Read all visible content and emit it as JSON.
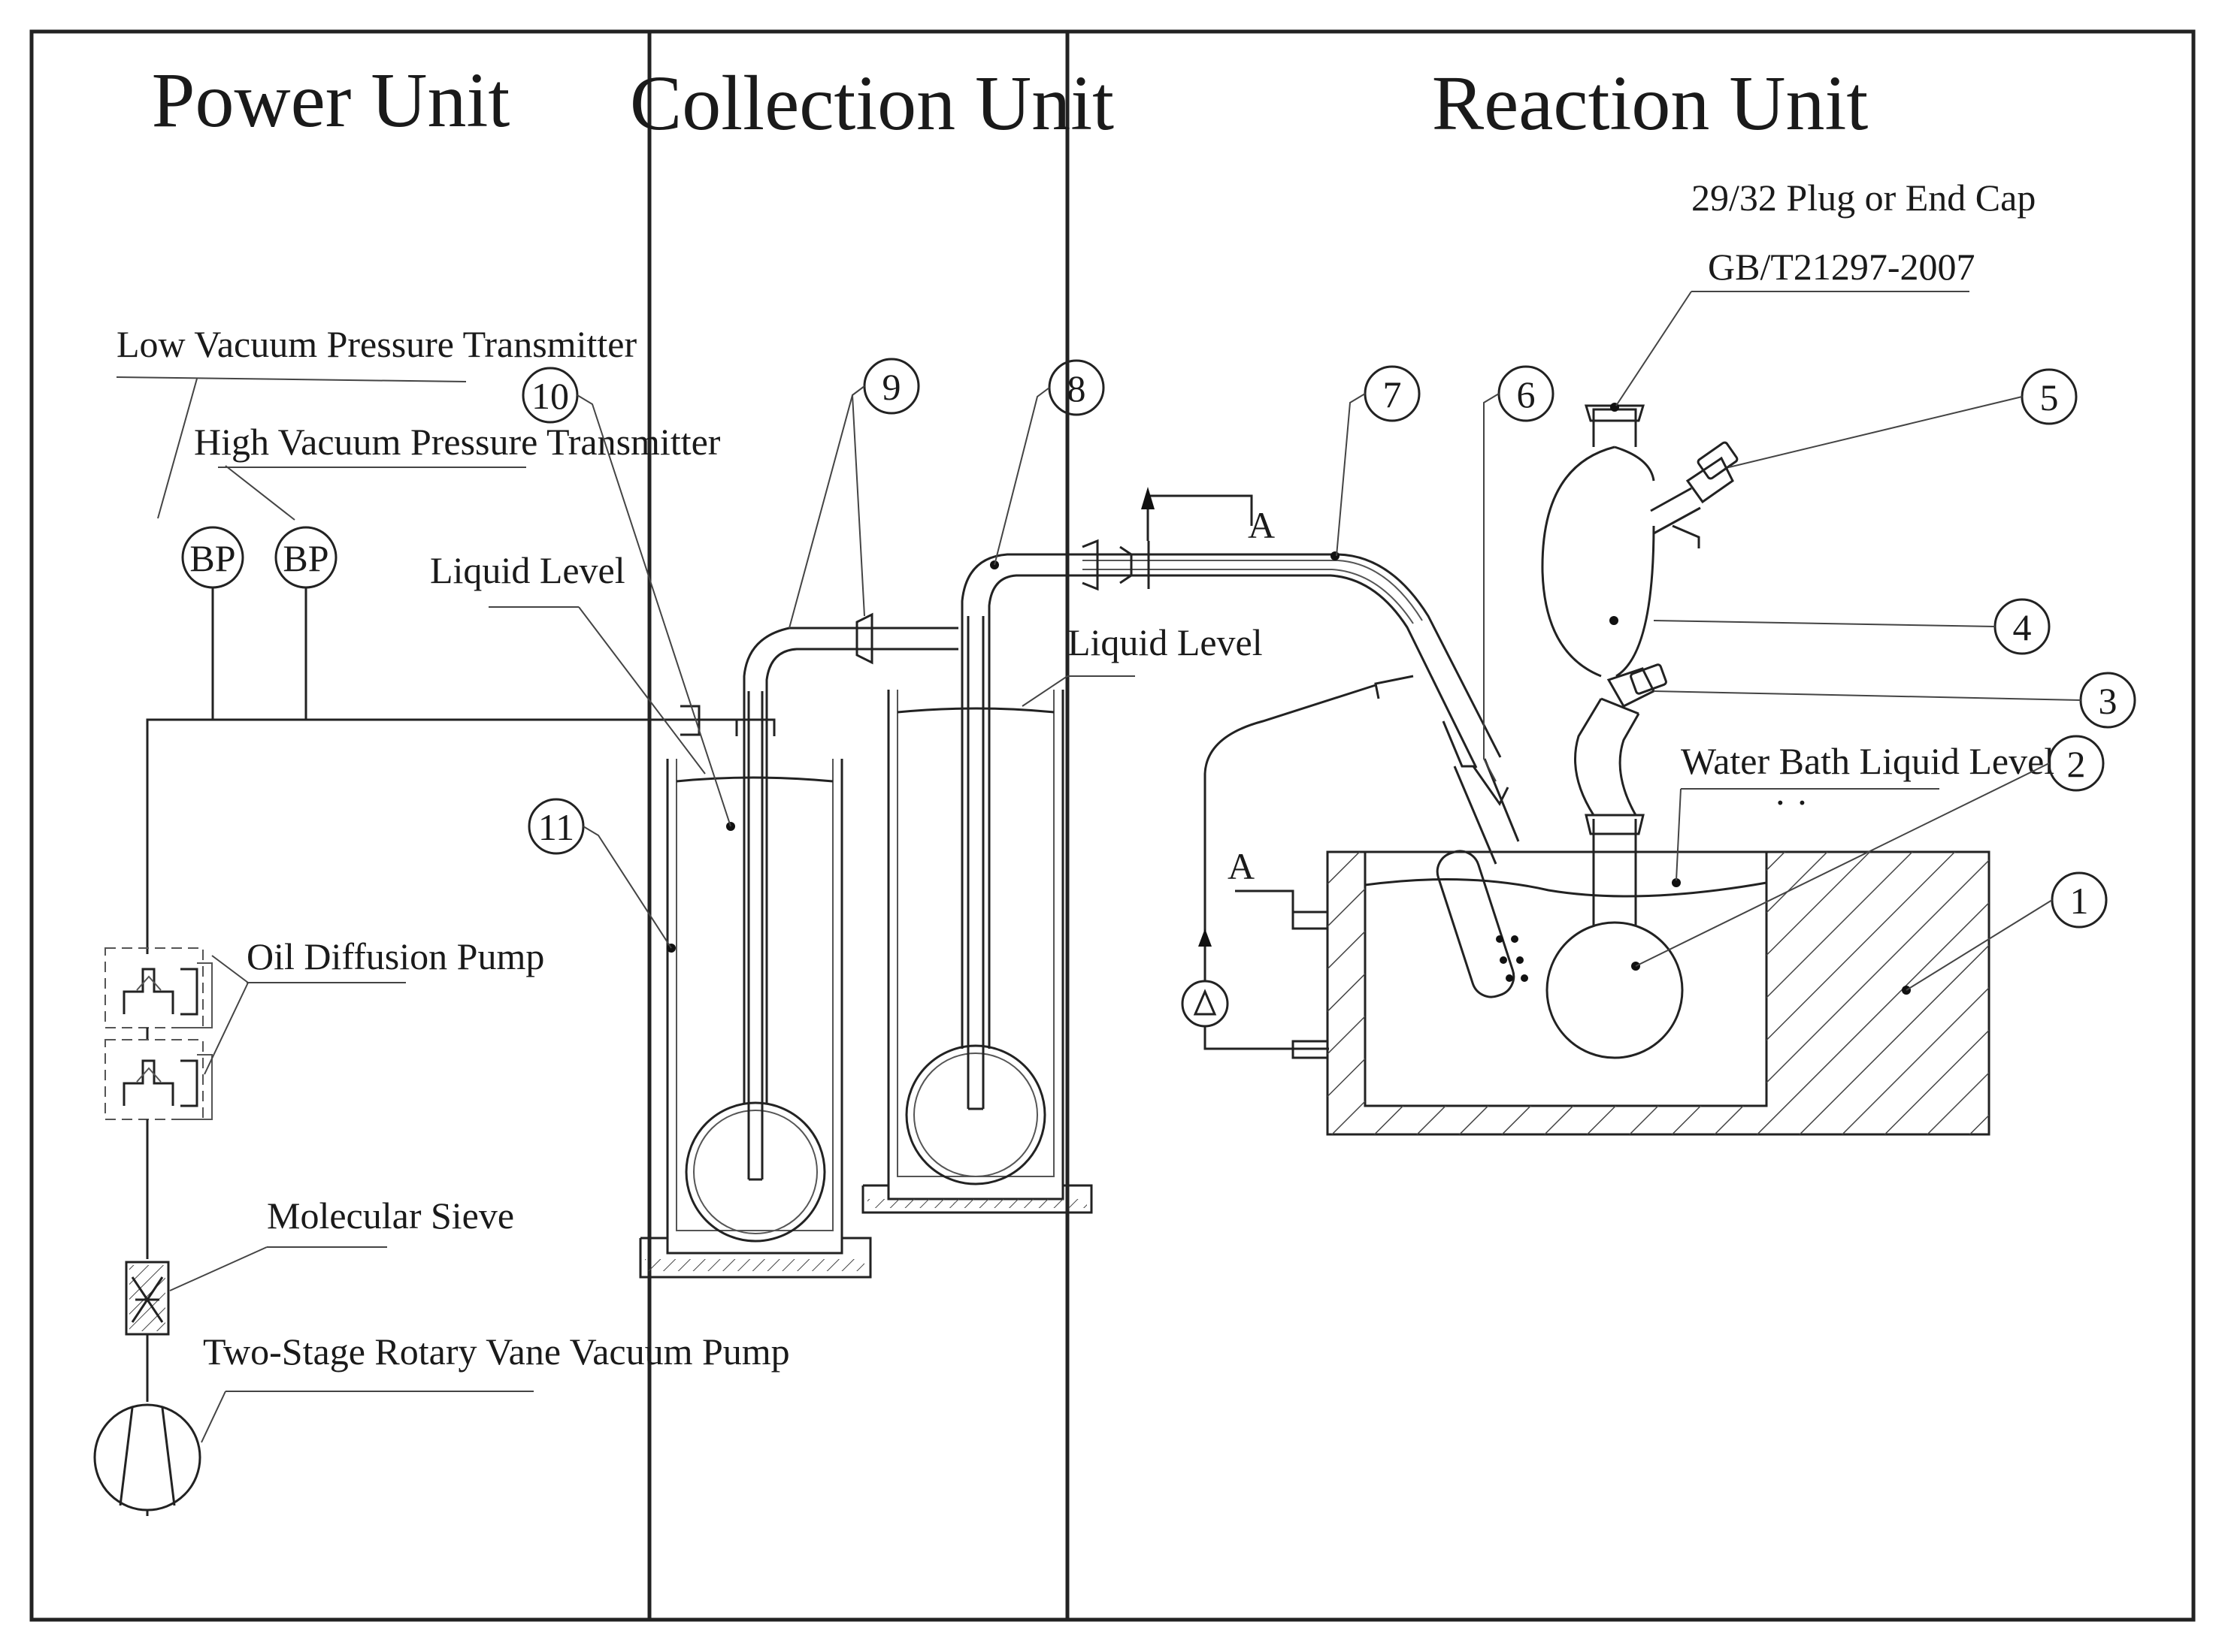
{
  "sections": {
    "power": "Power Unit",
    "collection": "Collection Unit",
    "reaction": "Reaction Unit"
  },
  "labels": {
    "low_vacuum": "Low Vacuum Pressure Transmitter",
    "high_vacuum": "High Vacuum Pressure Transmitter",
    "gauge_1": "BP",
    "gauge_2": "BP",
    "liquid_level_left": "Liquid Level",
    "liquid_level_right": "Liquid Level",
    "oil_diffusion_pump": "Oil Diffusion Pump",
    "molecular_sieve": "Molecular Sieve",
    "rotary_pump": "Two-Stage Rotary Vane Vacuum Pump",
    "plug_cap": "29/32   Plug or End Cap",
    "standard": "GB/T21297-2007",
    "water_bath_level": "Water Bath Liquid Level",
    "point_a_top": "A",
    "point_a_bottom": "A"
  },
  "callouts": [
    "1",
    "2",
    "3",
    "4",
    "5",
    "6",
    "7",
    "8",
    "9",
    "10",
    "11"
  ]
}
